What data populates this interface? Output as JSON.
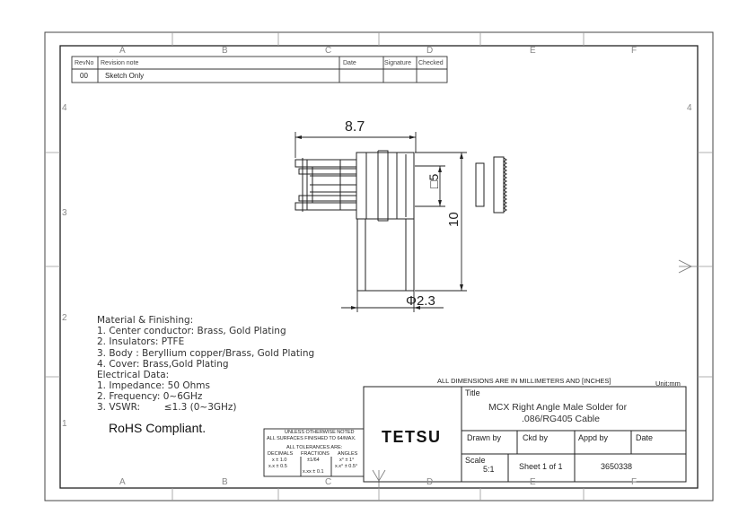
{
  "border_zones": {
    "columns": [
      "A",
      "B",
      "C",
      "D",
      "E",
      "F"
    ],
    "rows": [
      "4",
      "3",
      "2",
      "1"
    ]
  },
  "revision_block": {
    "headers": [
      "RevNo",
      "Revision note",
      "Date",
      "Signature",
      "Checked"
    ],
    "rows": [
      {
        "rev_no": "00",
        "note": "Sketch Only",
        "date": "",
        "signature": "",
        "checked": ""
      }
    ]
  },
  "drawing": {
    "dim_length": "8.7",
    "dim_square": "□5",
    "dim_height": "10",
    "dim_diameter": "Φ2.3"
  },
  "notes": {
    "material_heading": "Material & Finishing:",
    "material_items": [
      "1. Center conductor: Brass, Gold Plating",
      "2. Insulators: PTFE",
      "3. Body : Beryllium copper/Brass, Gold Plating",
      "4. Cover: Brass,Gold Plating"
    ],
    "electrical_heading": "Electrical Data:",
    "electrical_items": [
      "1. Impedance: 50 Ohms",
      "2. Frequency: 0~6GHz",
      "3. VSWR:        ≤1.3 (0~3GHz)"
    ],
    "rohs": "RoHS Compliant."
  },
  "tolerance_block": {
    "line1": "UNLESS OTHERWISE NOTED",
    "line2": "ALL SURFACES FINISHED TO 64/MAX.",
    "line3": "ALL TOLERANCES ARE:",
    "col_decimals": "DECIMALS",
    "col_fractions": "FRACTIONS",
    "col_angles": "ANGLES",
    "dec1": "x ± 1.0",
    "dec2": "x.x ± 0.5",
    "dec3": "x.xx ± 0.1",
    "frac1": "±1/64",
    "ang1": "x° ± 1°",
    "ang2": "x.x° ± 0.5°"
  },
  "title_block": {
    "dimensions_note": "ALL DIMENSIONS ARE IN MILLIMETERS AND [INCHES]",
    "unit": "Unit:mm",
    "title_label": "Title",
    "title_line1": "MCX Right Angle Male Solder for",
    "title_line2": ".086/RG405 Cable",
    "company": "TETSU",
    "drawn_by_label": "Drawn by",
    "ckd_by_label": "Ckd by",
    "appd_by_label": "Appd by",
    "date_label": "Date",
    "scale_label": "Scale",
    "scale_value": "5:1",
    "sheet": "Sheet 1 of 1",
    "part_number": "3650338"
  }
}
